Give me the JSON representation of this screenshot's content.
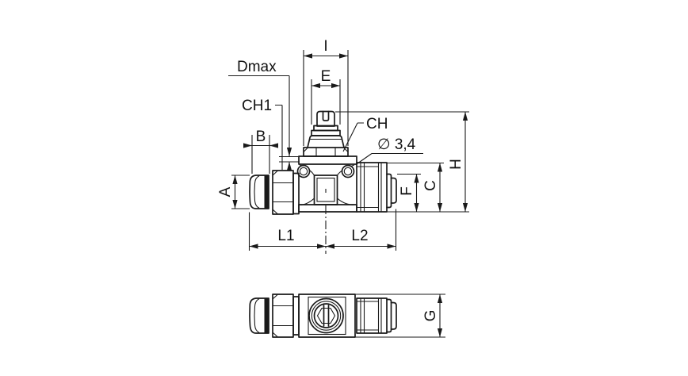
{
  "drawing": {
    "type": "technical-dimension-drawing",
    "subject": "push-in flow control valve fitting, side view and bottom view",
    "colors": {
      "line": "#1a1a1a",
      "background": "#ffffff",
      "text": "#111111"
    }
  },
  "labels": {
    "i": "I",
    "e": "E",
    "dmax": "Dmax",
    "ch1": "CH1",
    "b": "B",
    "ch": "CH",
    "diameter": "∅ 3,4",
    "a": "A",
    "h": "H",
    "c": "C",
    "f": "F",
    "l1": "L1",
    "l2": "L2",
    "g": "G"
  }
}
